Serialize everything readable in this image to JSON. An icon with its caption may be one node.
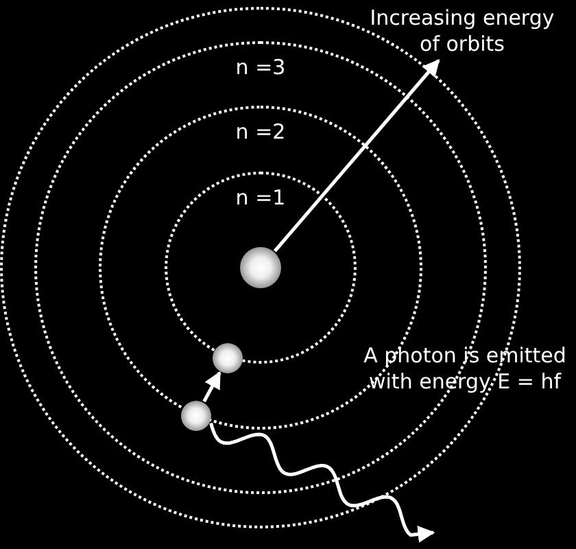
{
  "diagram": {
    "nodes": [
      {
        "text": [],
        "shape": "circle"
      },
      {
        "text": [
          "n =3"
        ],
        "in": 0
      },
      {
        "text": [
          "n =2"
        ],
        "in": 1
      },
      {
        "text": [
          "n =1"
        ],
        "in": 2
      },
      {
        "text": [],
        "shape": "circle",
        "in": 3
      },
      {
        "text": [],
        "shape": "circle",
        "in": 2
      },
      {
        "text": [],
        "shape": "circle",
        "in": 2
      },
      {
        "text": [
          "Increasing energy of orbits"
        ]
      }
    ],
    "edges": [
      {
        "from": 4,
        "to": 7,
        "arrow": "to"
      },
      {
        "from": 6,
        "to": 5,
        "arrow": "to"
      },
      {
        "from": 6,
        "to": null,
        "arrow": "to"
      }
    ],
    "labels": [
      "A photon is emitted with energy E = hf"
    ]
  }
}
